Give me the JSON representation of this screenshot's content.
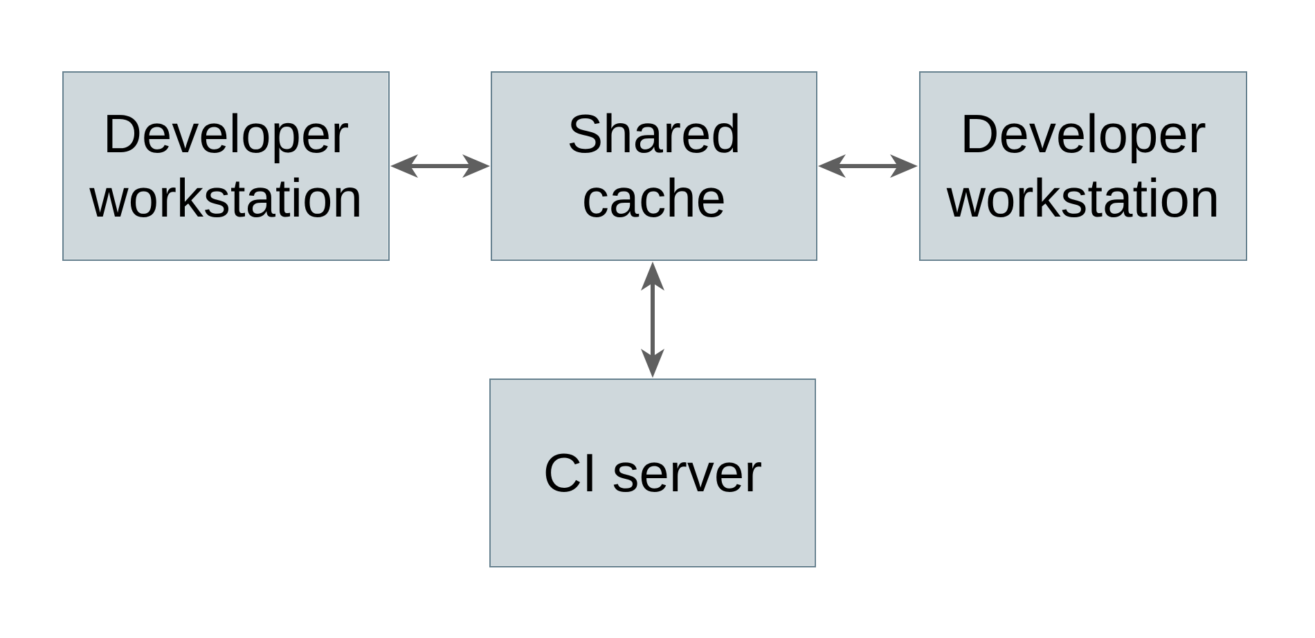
{
  "diagram": {
    "title": "",
    "background_color": "#ffffff",
    "node_fill_color": "#cfd8dc",
    "node_border_color": "#65808e",
    "arrow_color": "#5f5f5f",
    "text_color": "#000000",
    "nodes": [
      {
        "id": "developer-workstation-left",
        "label": "Developer\nworkstation"
      },
      {
        "id": "shared-cache",
        "label": "Shared\ncache"
      },
      {
        "id": "developer-workstation-right",
        "label": "Developer\nworkstation"
      },
      {
        "id": "ci-server",
        "label": "CI server"
      }
    ],
    "edges": [
      {
        "from": "developer-workstation-left",
        "to": "shared-cache",
        "type": "bidirectional-arrow"
      },
      {
        "from": "shared-cache",
        "to": "developer-workstation-right",
        "type": "bidirectional-arrow"
      },
      {
        "from": "shared-cache",
        "to": "ci-server",
        "type": "bidirectional-arrow"
      }
    ]
  }
}
